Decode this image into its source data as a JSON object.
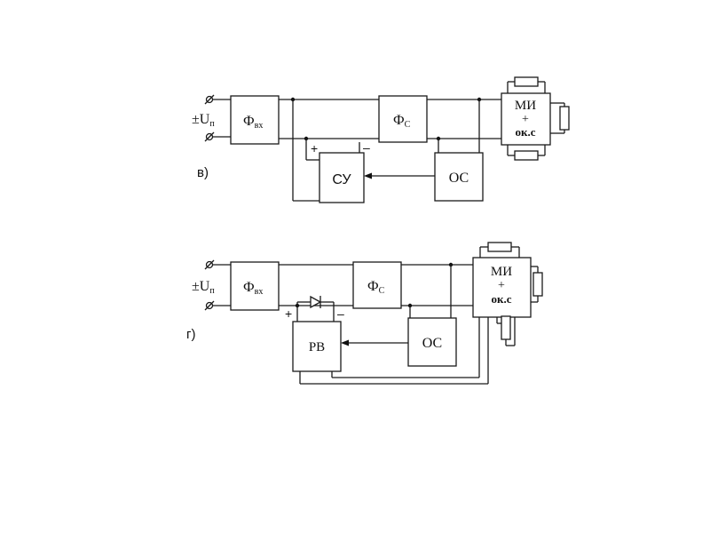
{
  "diagram_v": {
    "label": "в)",
    "supply": {
      "pm": "±",
      "u": "U",
      "sub": "п"
    },
    "phi_in": {
      "main": "Ф",
      "sub": "вх"
    },
    "phi_c": {
      "main": "Ф",
      "sub": "С"
    },
    "su": "СУ",
    "os": "ОС",
    "mi_top": "МИ",
    "mi_plus": "+",
    "mi_bottom": "ок.с",
    "plus": "+",
    "minus": "–"
  },
  "diagram_g": {
    "label": "г)",
    "supply": {
      "pm": "±",
      "u": "U",
      "sub": "п"
    },
    "phi_in": {
      "main": "Ф",
      "sub": "вх"
    },
    "phi_c": {
      "main": "Ф",
      "sub": "С"
    },
    "rv": "РВ",
    "os": "ОС",
    "mi_top": "МИ",
    "mi_plus": "+",
    "mi_bottom": "ок.с",
    "plus": "+",
    "minus": "–"
  }
}
